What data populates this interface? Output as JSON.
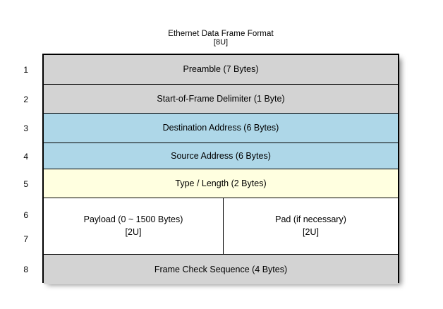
{
  "title": {
    "main": "Ethernet Data Frame Format",
    "sub": "[8U]"
  },
  "colors": {
    "gray": "#d3d3d3",
    "blue": "#aed7e8",
    "yellow": "#ffffe0",
    "white": "#ffffff",
    "border": "#000000",
    "background": "#ffffff"
  },
  "row_numbers": [
    "1",
    "2",
    "3",
    "4",
    "5",
    "6",
    "7",
    "8"
  ],
  "frame_rows": [
    {
      "number": "1",
      "label": "Preamble (7 Bytes)",
      "fill": "#d3d3d3",
      "height": 42
    },
    {
      "number": "2",
      "label": "Start-of-Frame Delimiter (1 Byte)",
      "fill": "#d3d3d3",
      "height": 41
    },
    {
      "number": "3",
      "label": "Destination Address (6 Bytes)",
      "fill": "#aed7e8",
      "height": 42
    },
    {
      "number": "4",
      "label": "Source Address (6 Bytes)",
      "fill": "#aed7e8",
      "height": 37
    },
    {
      "number": "5",
      "label": "Type / Length (2 Bytes)",
      "fill": "#ffffe0",
      "height": 41
    },
    {
      "number": "6-7",
      "fill": "#ffffff",
      "height": 80,
      "split": true,
      "left": {
        "label": "Payload (0 ~ 1500 Bytes)",
        "sub": "[2U]"
      },
      "right": {
        "label": "Pad (if necessary)",
        "sub": "[2U]"
      }
    },
    {
      "number": "8",
      "label": "Frame Check Sequence (4 Bytes)",
      "fill": "#d3d3d3",
      "height": 42
    }
  ]
}
